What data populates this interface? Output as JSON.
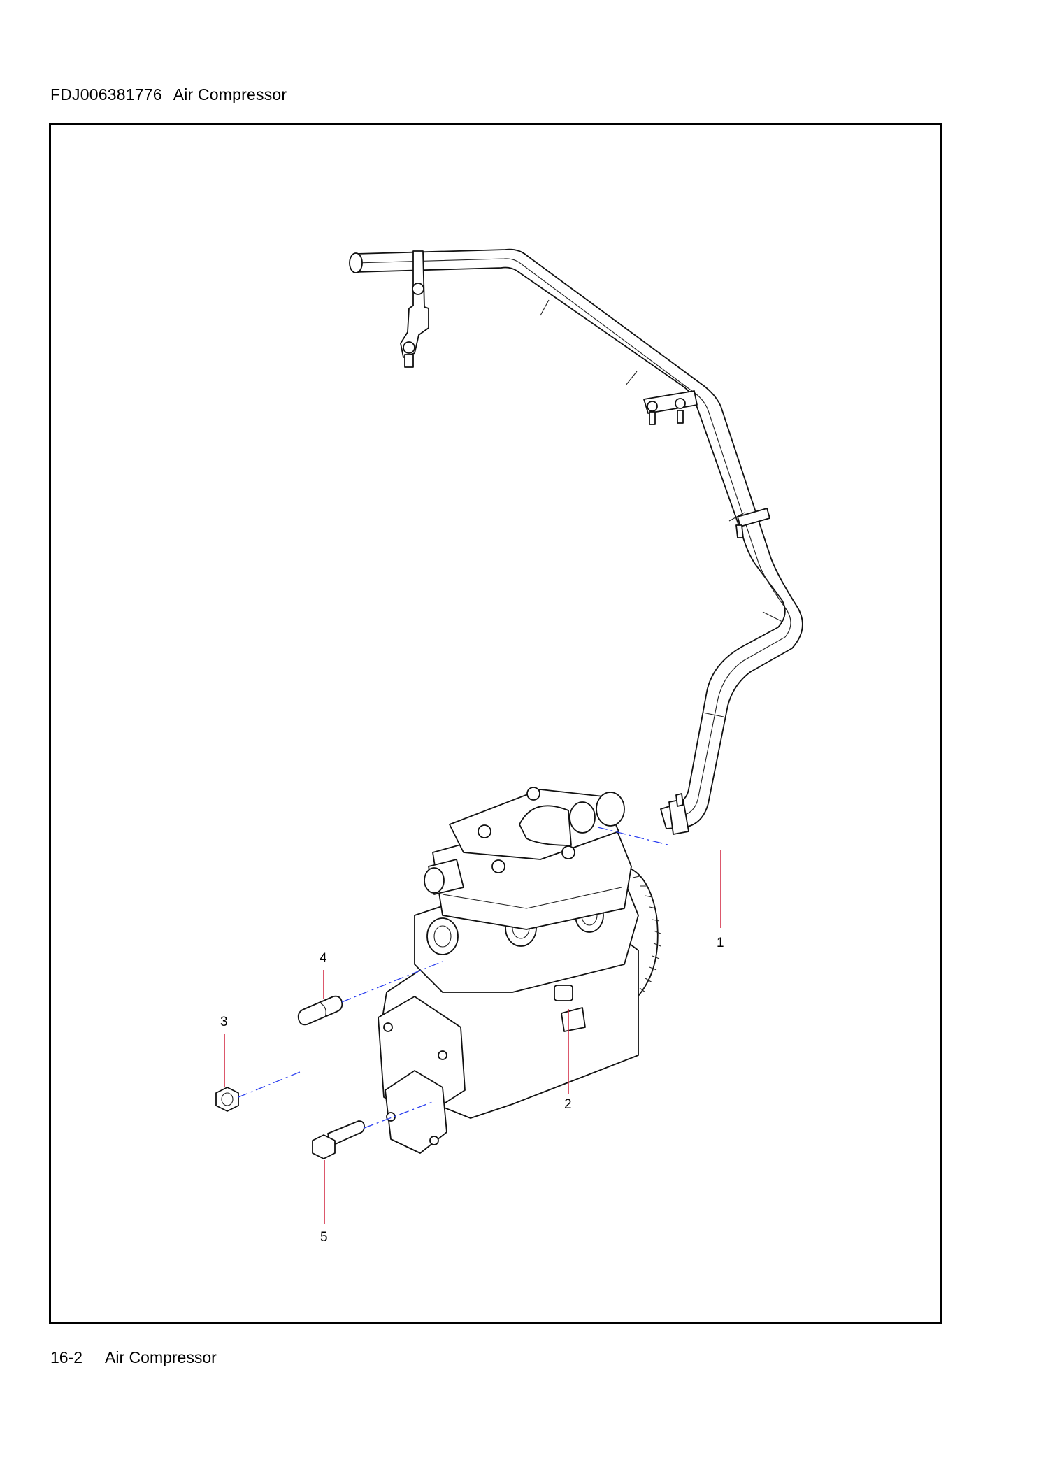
{
  "header": {
    "code": "FDJ006381776",
    "title": "Air Compressor"
  },
  "footer": {
    "page_number": "16-2",
    "section_title": "Air Compressor"
  },
  "callouts": {
    "c1": "1",
    "c2": "2",
    "c3": "3",
    "c4": "4",
    "c5": "5"
  },
  "colors": {
    "leader": "#d0203a",
    "centerline": "#2b3ff0",
    "linework": "#111111"
  }
}
